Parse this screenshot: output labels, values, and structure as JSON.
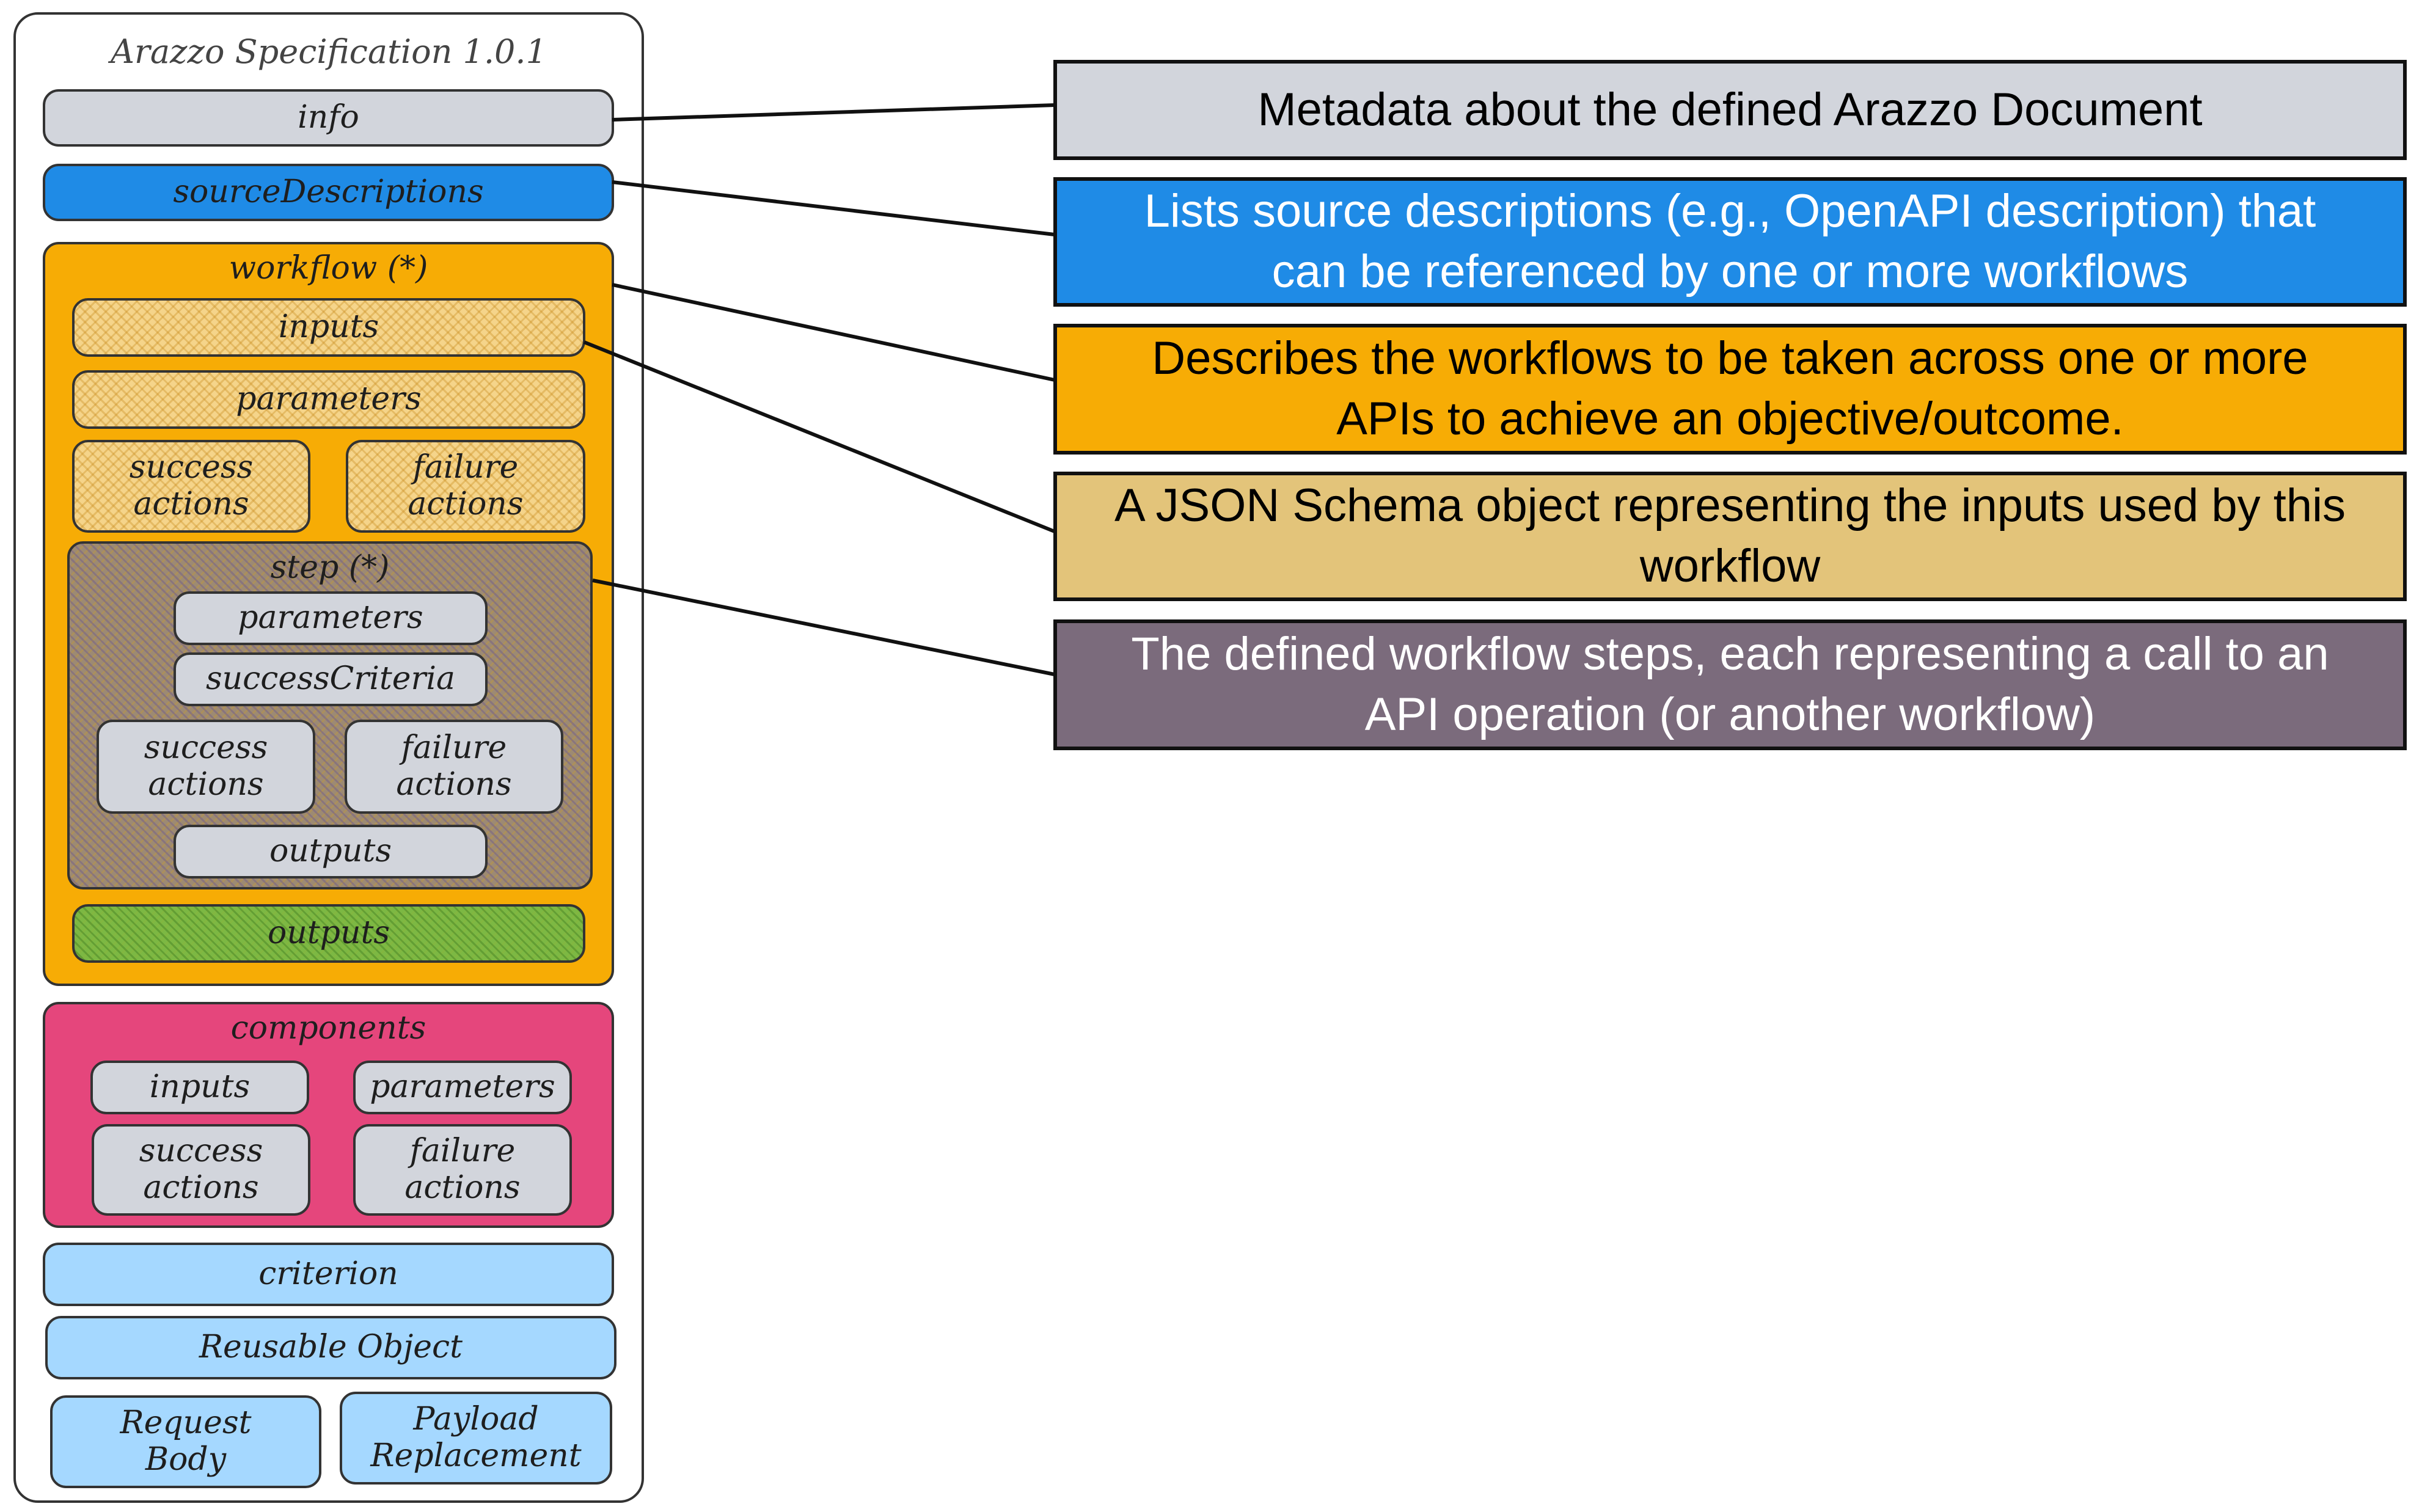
{
  "spec_title": "Arazzo Specification 1.0.1",
  "blocks": {
    "info": "info",
    "source_descriptions": "sourceDescriptions",
    "workflow": "workflow (*)",
    "workflow_inputs": "inputs",
    "workflow_parameters": "parameters",
    "workflow_success_actions": "success\nactions",
    "workflow_failure_actions": "failure\nactions",
    "step": "step (*)",
    "step_parameters": "parameters",
    "step_success_criteria": "successCriteria",
    "step_success_actions": "success\nactions",
    "step_failure_actions": "failure\nactions",
    "step_outputs": "outputs",
    "workflow_outputs": "outputs",
    "components": "components",
    "components_inputs": "inputs",
    "components_parameters": "parameters",
    "components_success_actions": "success\nactions",
    "components_failure_actions": "failure\nactions",
    "criterion": "criterion",
    "reusable_object": "Reusable Object",
    "request_body": "Request\nBody",
    "payload_replacement": "Payload\nReplacement"
  },
  "descriptions": {
    "info": "Metadata about the defined Arazzo Document",
    "source_descriptions": "Lists source descriptions (e.g., OpenAPI description) that\ncan be referenced by one or more workflows",
    "workflow": "Describes the workflows to be taken across one or more\nAPIs to achieve an objective/outcome.",
    "inputs": "A JSON Schema object representing the inputs used by this\nworkflow",
    "step": "The defined workflow steps, each representing a call to an\nAPI operation (or another workflow)"
  },
  "colors": {
    "info": "#d2d5dc",
    "source_descriptions": "#1f8be6",
    "workflow": "#f7ac05",
    "inputs": "#e3c47a",
    "step": "#7b6b7c",
    "workflow_outputs": "#7cb843",
    "components": "#e5467c",
    "light_blue": "#a5d8ff"
  }
}
